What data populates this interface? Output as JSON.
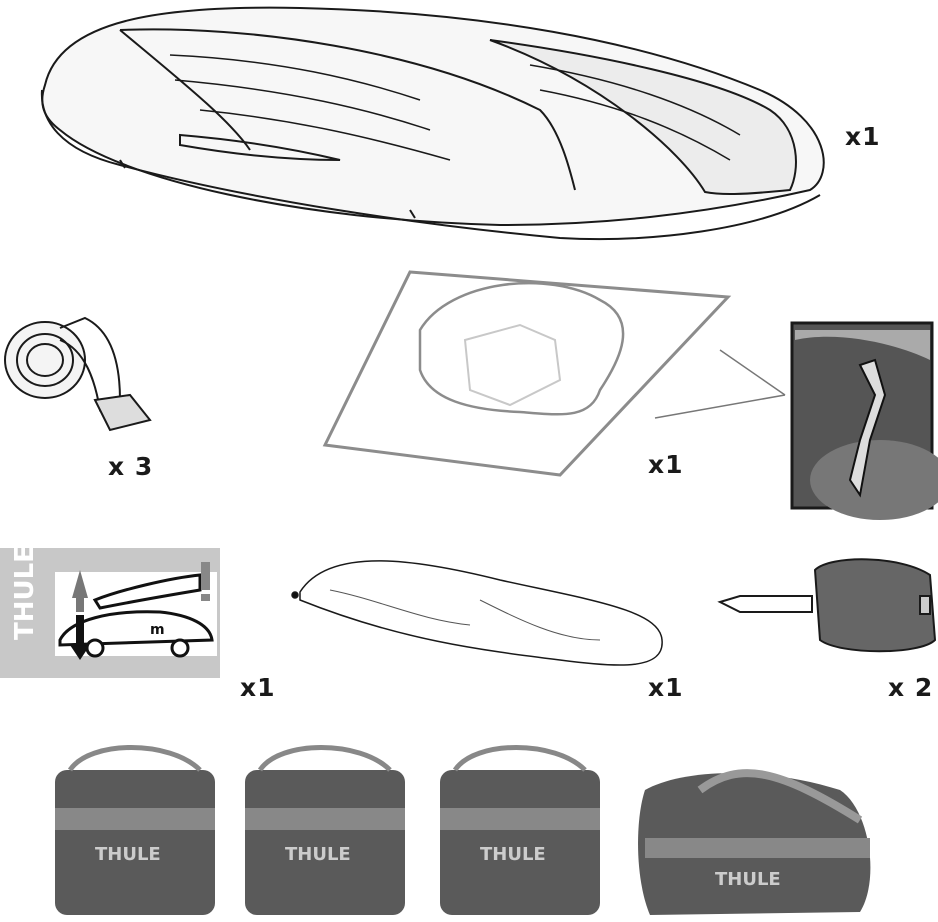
{
  "items": {
    "roof_box": {
      "quantity": "x1"
    },
    "strap": {
      "quantity": "x 3"
    },
    "mounting_kit": {
      "quantity": "x1"
    },
    "height_sticker": {
      "quantity": "x1",
      "logo": "THULE",
      "unit": "m"
    },
    "storage_bag": {
      "quantity": "x1"
    },
    "key": {
      "quantity": "x 2"
    },
    "luggage_bags": {
      "logo": "THULE"
    }
  },
  "colors": {
    "line": "#1a1a1a",
    "grey": "#8c8c8c",
    "light_grey": "#c8c8c8"
  }
}
